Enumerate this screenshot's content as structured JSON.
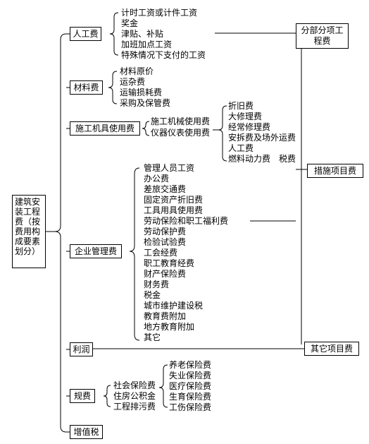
{
  "root": "建筑安装工程费（按费用构成要素划分）",
  "categories": {
    "labor": "人工费",
    "material": "材料费",
    "machinery": "施工机具使用费",
    "management": "企业管理费",
    "profit": "利润",
    "fees": "规费",
    "vat": "增值税"
  },
  "labor_items": [
    "计时工资或计件工资",
    "奖金",
    "津贴、补贴",
    "加班加点工资",
    "特殊情况下支付的工资"
  ],
  "material_items": [
    "材料原价",
    "运杂费",
    "运输损耗费",
    "采购及保管费"
  ],
  "machinery_items": [
    "施工机械使用费",
    "仪器仪表使用费"
  ],
  "machine_cost_items": [
    "折旧费",
    "大修理费",
    "经常修理费",
    "安拆费及场外运费",
    "人工费",
    "燃料动力费　税费"
  ],
  "management_items": [
    "管理人员工资",
    "办公费",
    "差旅交通费",
    "固定资产折旧费",
    "工具用具使用费",
    "劳动保险和职工福利费",
    "劳动保护费",
    "检验试验费",
    "工会经费",
    "职工教育经费",
    "财产保险费",
    "财务费",
    "税金",
    "城市维护建设税",
    "教育费附加",
    "地方教育附加",
    "其它"
  ],
  "fees_items": [
    "社会保险费",
    "住房公积金",
    "工程排污费"
  ],
  "insurance_items": [
    "养老保险费",
    "失业保险费",
    "医疗保险费",
    "生育保险费",
    "工伤保险费"
  ],
  "right": {
    "subdivision": "分部分项工程费",
    "measures": "措施项目费",
    "other": "其它项目费"
  }
}
